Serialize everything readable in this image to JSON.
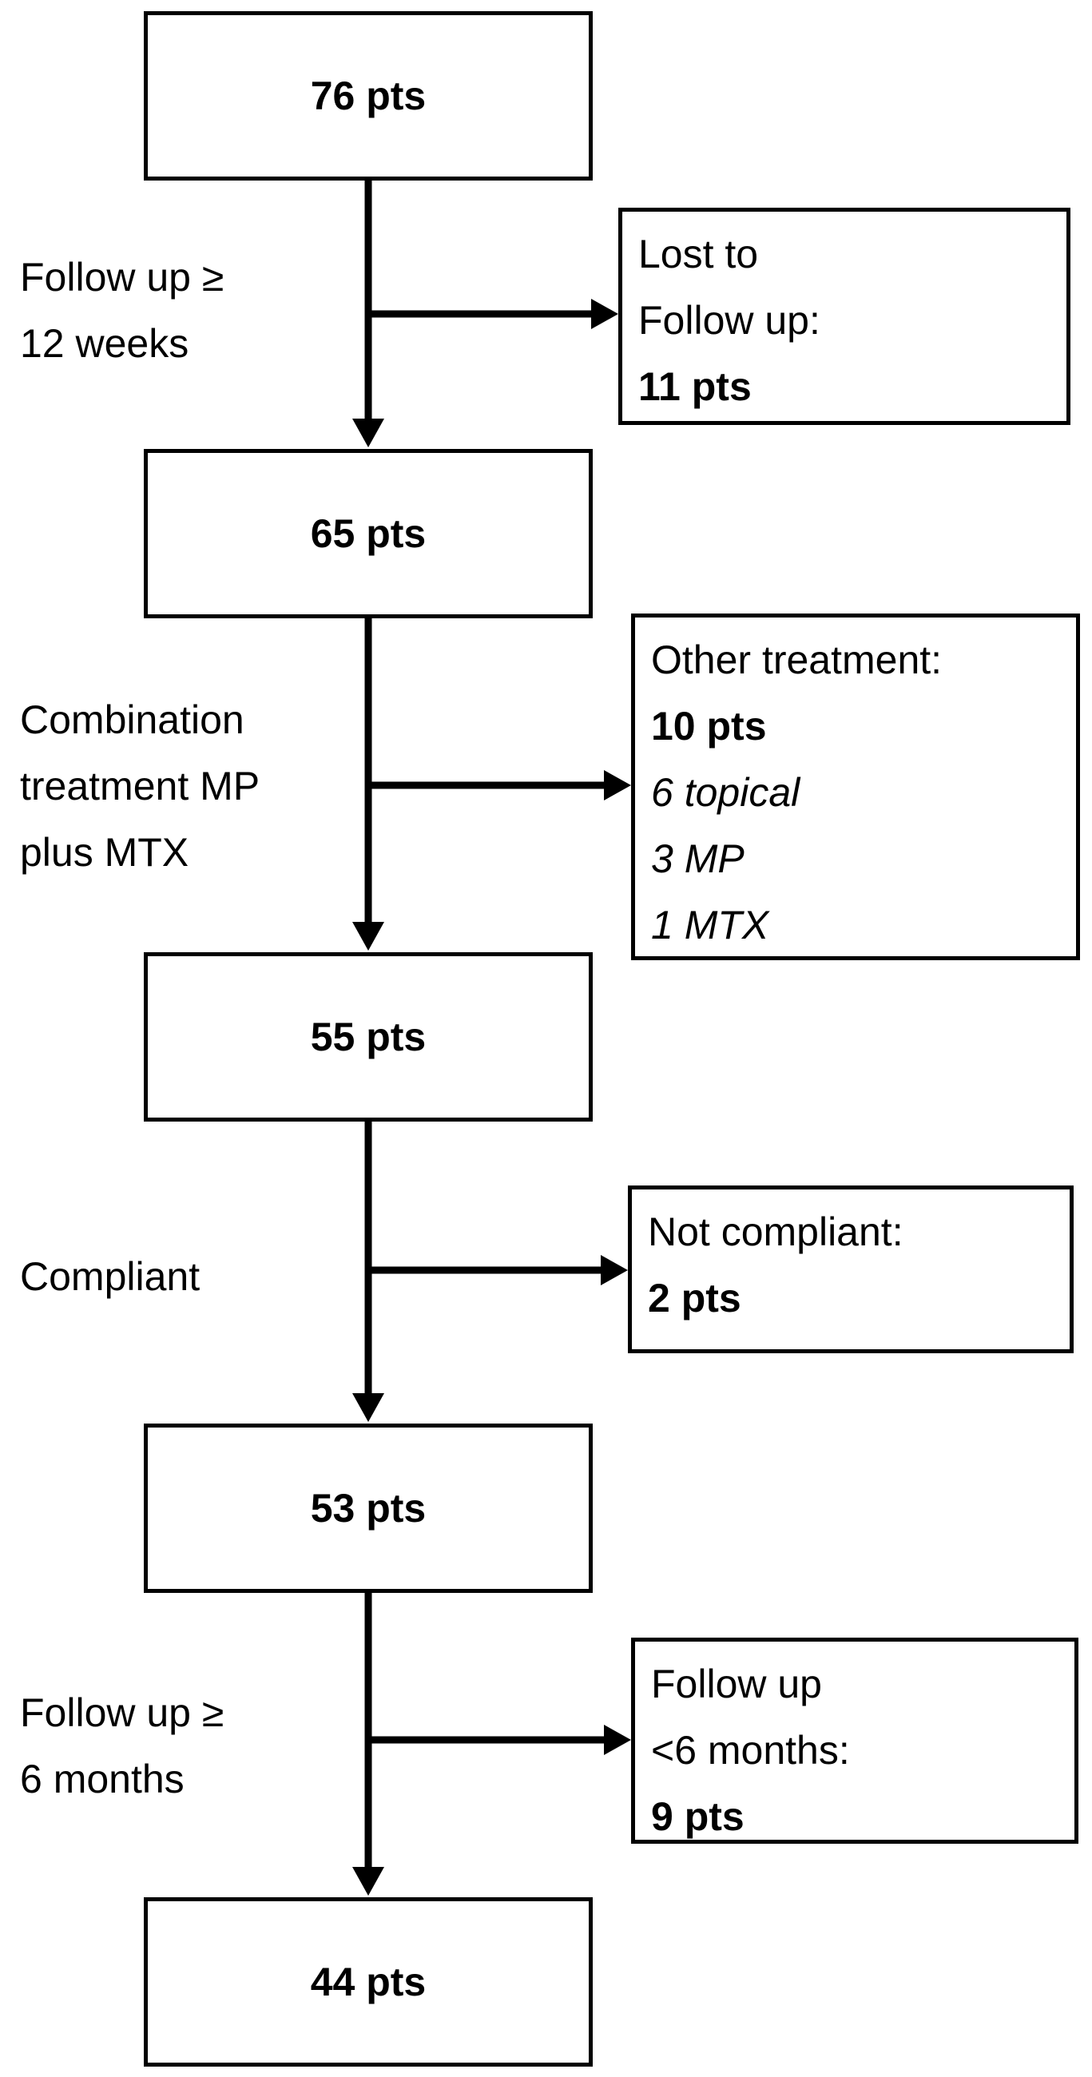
{
  "flowchart": {
    "stages": [
      {
        "label": "76 pts"
      },
      {
        "label": "65 pts"
      },
      {
        "label": "55 pts"
      },
      {
        "label": "53 pts"
      },
      {
        "label": "44 pts"
      }
    ],
    "steps": [
      {
        "criterion_lines": [
          "Follow up ≥",
          "12 weeks"
        ],
        "excluded": {
          "lines": [
            "Lost to",
            "Follow up:"
          ],
          "count": "11 pts",
          "details": []
        }
      },
      {
        "criterion_lines": [
          "Combination",
          "treatment MP",
          "plus MTX"
        ],
        "excluded": {
          "lines": [
            "Other treatment:"
          ],
          "count": "10 pts",
          "details": [
            "6 topical",
            "3 MP",
            "1 MTX"
          ]
        }
      },
      {
        "criterion_lines": [
          "Compliant"
        ],
        "excluded": {
          "lines": [
            "Not compliant:"
          ],
          "count": "2 pts",
          "details": []
        }
      },
      {
        "criterion_lines": [
          "Follow up ≥",
          "6 months"
        ],
        "excluded": {
          "lines": [
            "Follow up",
            "<6 months:"
          ],
          "count": "9 pts",
          "details": []
        }
      }
    ]
  }
}
